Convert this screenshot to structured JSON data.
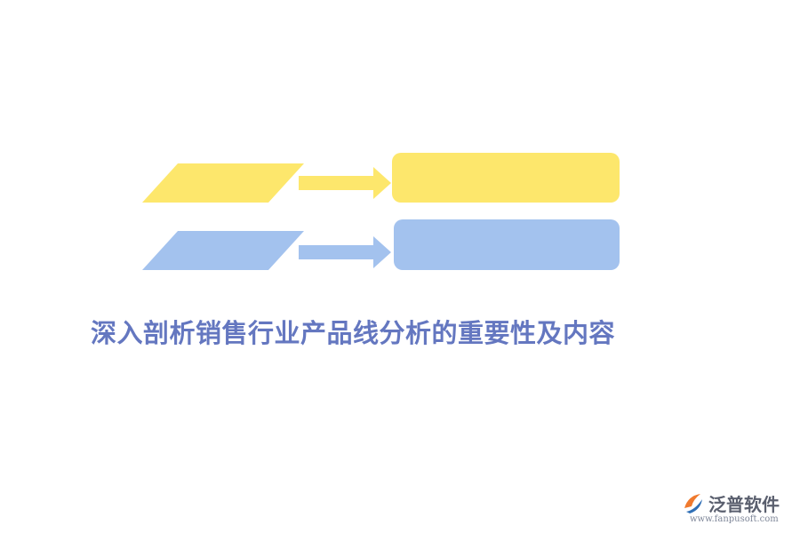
{
  "colors": {
    "yellow": "#fde76c",
    "blue": "#a3c2ee",
    "title": "#6477c0",
    "logo_orange": "#f07a2e",
    "logo_blue": "#2f6fb6"
  },
  "title": "深入剖析销售行业产品线分析的重要性及内容",
  "logo": {
    "name": "泛普软件",
    "url": "www.fanpusoft.com",
    "icon": "fanpu-logo-icon"
  },
  "rows": [
    {
      "color": "yellow",
      "shape_icon": "parallelogram",
      "arrow_icon": "right-arrow-icon"
    },
    {
      "color": "blue",
      "shape_icon": "parallelogram",
      "arrow_icon": "right-arrow-icon"
    }
  ]
}
